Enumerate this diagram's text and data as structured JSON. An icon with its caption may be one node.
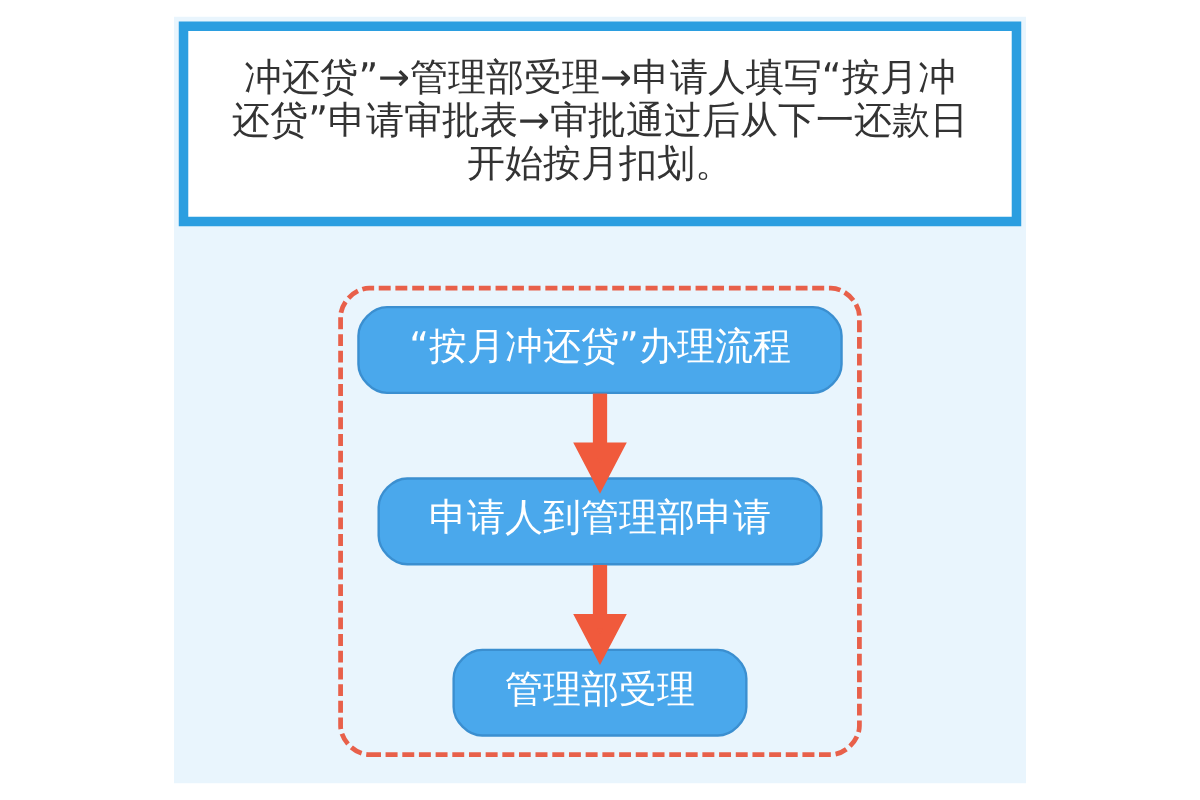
{
  "diagram": {
    "nodes": [
      {
        "text": [
          "冲还贷”→管理部受理→申请人填写“按月冲还贷”申请审批表→审批通过后从下一还款日开始按月扣划。"
        ]
      },
      {
        "text": [],
        "shape": "box"
      },
      {
        "text": [
          "“按月冲还贷”办理流程"
        ],
        "in": 1
      },
      {
        "text": [
          "申请人到管理部申请"
        ],
        "in": 1
      },
      {
        "text": [
          "管理部受理"
        ],
        "in": 1
      }
    ],
    "edges": [
      {
        "from": 2,
        "to": 3,
        "arrow": "to"
      },
      {
        "from": 3,
        "to": 4,
        "arrow": "to"
      }
    ]
  }
}
